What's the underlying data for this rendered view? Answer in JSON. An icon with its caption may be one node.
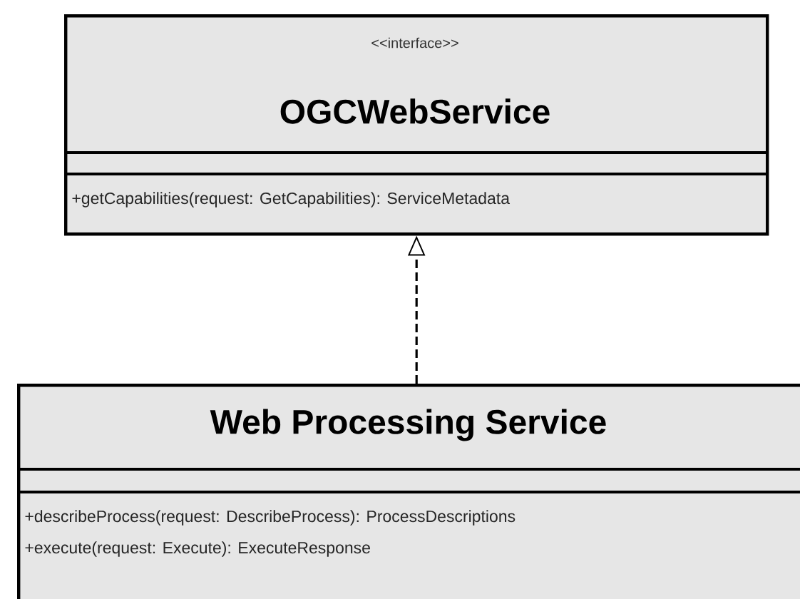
{
  "diagram": {
    "nodes": [
      {
        "text": [
          "<<interface>>",
          "OGCWebService",
          "+getCapabilities(request: GetCapabilities): ServiceMetadata"
        ]
      },
      {
        "text": [
          "Web Processing Service",
          "+describeProcess(request: DescribeProcess): ProcessDescriptions",
          "+execute(request: Execute): ExecuteResponse"
        ]
      }
    ],
    "edges": [
      {
        "from": 1,
        "to": 0,
        "arrow": "to",
        "style": "dashed"
      }
    ]
  }
}
